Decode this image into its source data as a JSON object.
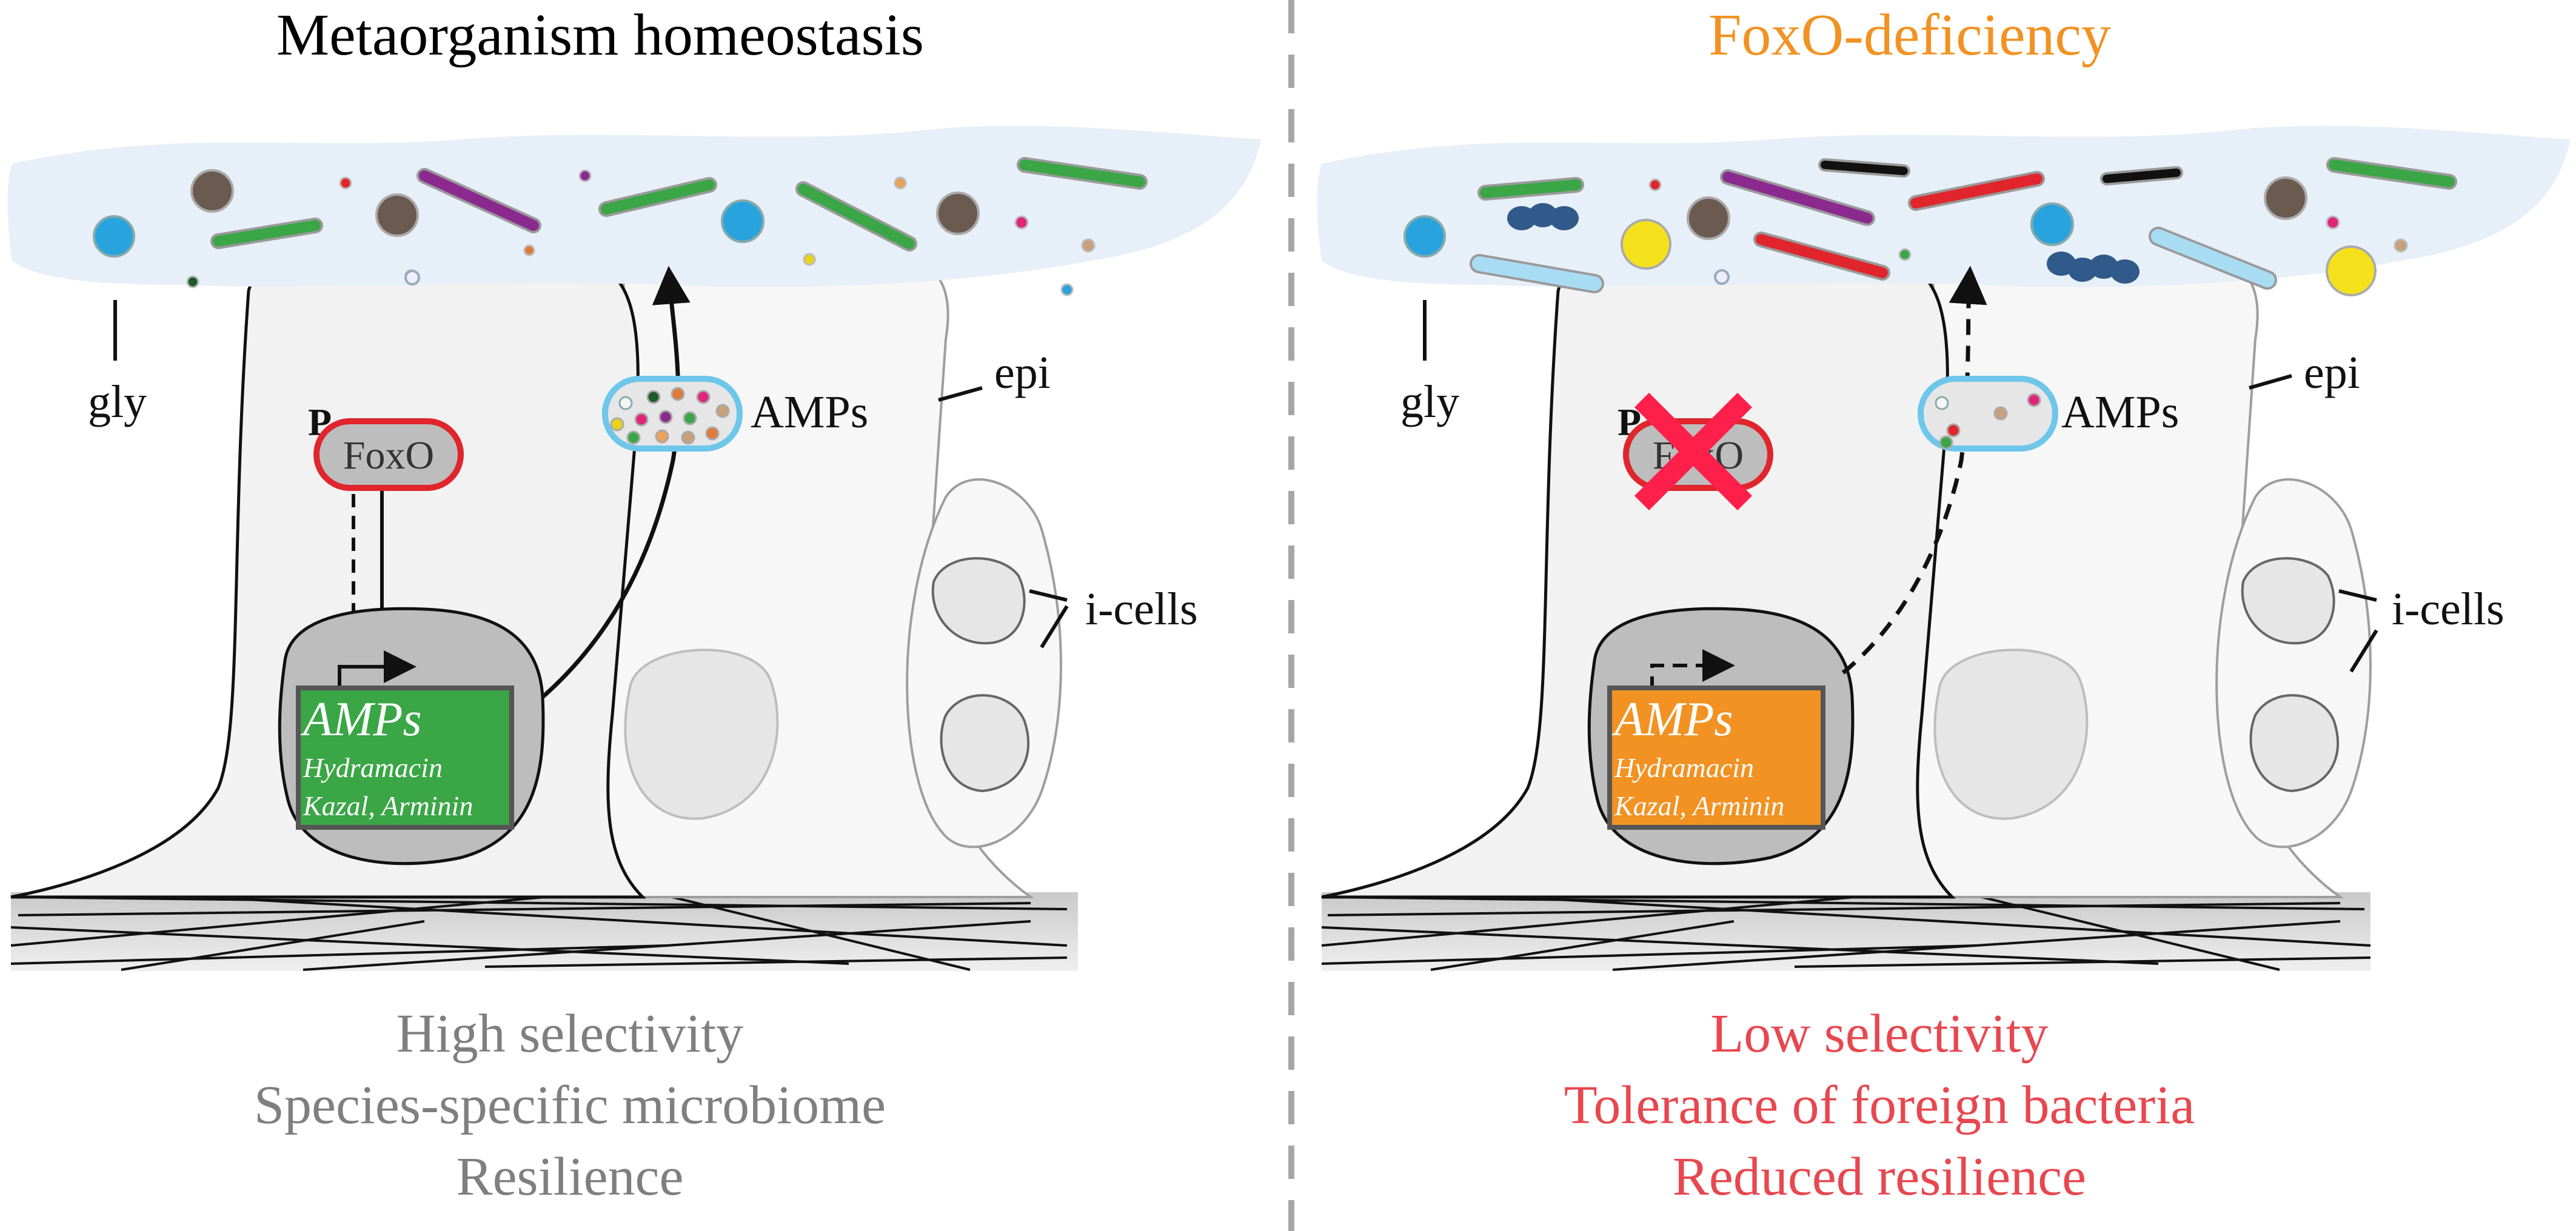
{
  "left_panel": {
    "title": "Metaorganism homeostasis",
    "title_color": "#000000",
    "labels": {
      "gly": "gly",
      "epi": "epi",
      "icells": "i-cells",
      "amps": "AMPs",
      "p": "P",
      "foxo": "FoxO"
    },
    "nucleus": {
      "title": "AMPs",
      "line1": "Hydramacin",
      "line2": "Kazal, Arminin",
      "color": "#3aa646"
    },
    "captions": [
      "High selectivity",
      "Species-specific microbiome",
      "Resilience"
    ],
    "caption_color": "#7f7f7f"
  },
  "right_panel": {
    "title": "FoxO-deficiency",
    "title_color": "#f29222",
    "labels": {
      "gly": "gly",
      "epi": "epi",
      "icells": "i-cells",
      "amps": "AMPs",
      "p": "P",
      "foxo": "FoxO"
    },
    "nucleus": {
      "title": "AMPs",
      "line1": "Hydramacin",
      "line2": "Kazal, Arminin",
      "color": "#f29222"
    },
    "captions": [
      "Low selectivity",
      "Tolerance of foreign bacteria",
      "Reduced resilience"
    ],
    "caption_color": "#e8474f"
  },
  "colors": {
    "glycocalyx": "#e7eff8",
    "cell_fill": "#f2f2f2",
    "nucleus_fill": "#bdbdbd",
    "foxo_border": "#e0262c",
    "vesicle_border": "#6ec6ea",
    "cross": "#ff1f4b"
  }
}
